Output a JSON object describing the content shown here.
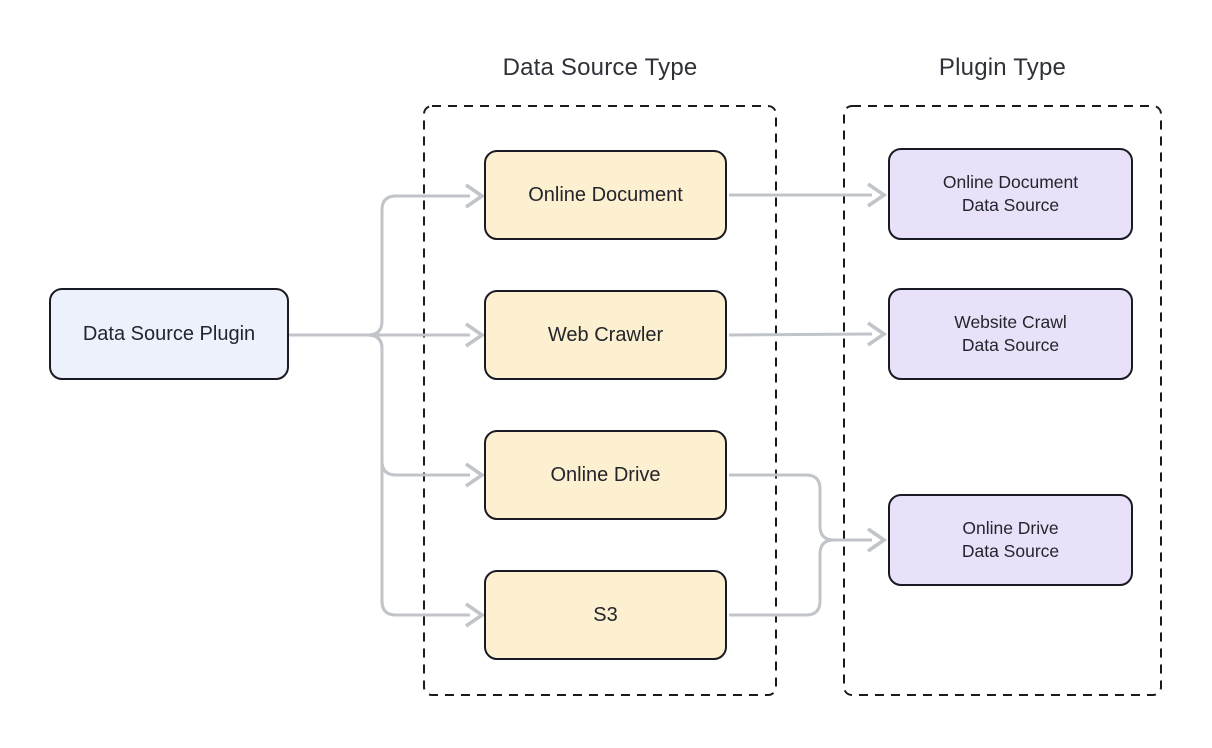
{
  "diagram": {
    "source_node": {
      "label": "Data Source Plugin"
    },
    "type_group": {
      "title": "Data Source Type"
    },
    "plugin_group": {
      "title": "Plugin Type"
    },
    "type_nodes": [
      {
        "label": "Online Document"
      },
      {
        "label": "Web Crawler"
      },
      {
        "label": "Online Drive"
      },
      {
        "label": "S3"
      }
    ],
    "plugin_nodes": [
      {
        "label": "Online Document\nData Source"
      },
      {
        "label": "Website Crawl\nData Source"
      },
      {
        "label": "Online Drive\nData Source"
      }
    ],
    "edges": [
      {
        "from": "Data Source Plugin",
        "to": "Online Document"
      },
      {
        "from": "Data Source Plugin",
        "to": "Web Crawler"
      },
      {
        "from": "Data Source Plugin",
        "to": "Online Drive"
      },
      {
        "from": "Data Source Plugin",
        "to": "S3"
      },
      {
        "from": "Online Document",
        "to": "Online Document Data Source"
      },
      {
        "from": "Web Crawler",
        "to": "Website Crawl Data Source"
      },
      {
        "from": "Online Drive",
        "to": "Online Drive Data Source"
      },
      {
        "from": "S3",
        "to": "Online Drive Data Source"
      }
    ],
    "colors": {
      "edge": "#c1c4c9",
      "node_border": "#1a1a24",
      "container_border": "#1a1a1a",
      "text": "#23252b",
      "title": "#2e3138",
      "source_fill": "#edf1fb",
      "type_fill": "#fcf0d0",
      "plugin_fill": "#e9e1f9",
      "background": "#ffffff"
    }
  }
}
